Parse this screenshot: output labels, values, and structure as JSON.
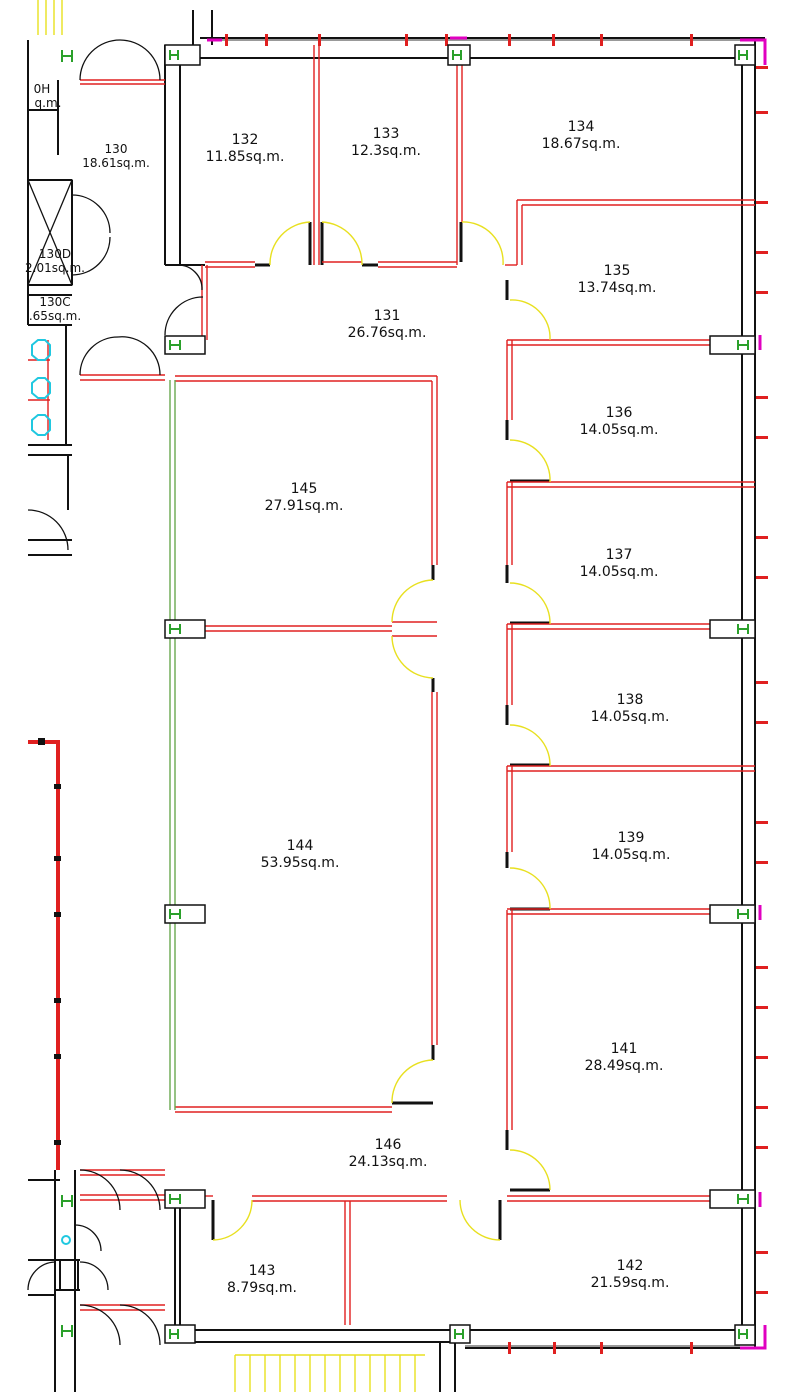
{
  "rooms": [
    {
      "id": "room-130",
      "number": "130",
      "area": "18.61sq.m."
    },
    {
      "id": "room-130h",
      "number": "0H",
      "area": "q.m."
    },
    {
      "id": "room-130d",
      "number": "130D",
      "area": "2.01sq.m."
    },
    {
      "id": "room-130c",
      "number": "130C",
      "area": ".65sq.m."
    },
    {
      "id": "room-131",
      "number": "131",
      "area": "26.76sq.m."
    },
    {
      "id": "room-132",
      "number": "132",
      "area": "11.85sq.m."
    },
    {
      "id": "room-133",
      "number": "133",
      "area": "12.3sq.m."
    },
    {
      "id": "room-134",
      "number": "134",
      "area": "18.67sq.m."
    },
    {
      "id": "room-135",
      "number": "135",
      "area": "13.74sq.m."
    },
    {
      "id": "room-136",
      "number": "136",
      "area": "14.05sq.m."
    },
    {
      "id": "room-137",
      "number": "137",
      "area": "14.05sq.m."
    },
    {
      "id": "room-138",
      "number": "138",
      "area": "14.05sq.m."
    },
    {
      "id": "room-139",
      "number": "139",
      "area": "14.05sq.m."
    },
    {
      "id": "room-141",
      "number": "141",
      "area": "28.49sq.m."
    },
    {
      "id": "room-142",
      "number": "142",
      "area": "21.59sq.m."
    },
    {
      "id": "room-143",
      "number": "143",
      "area": "8.79sq.m."
    },
    {
      "id": "room-144",
      "number": "144",
      "area": "53.95sq.m."
    },
    {
      "id": "room-145",
      "number": "145",
      "area": "27.91sq.m."
    },
    {
      "id": "room-146",
      "number": "146",
      "area": "24.13sq.m."
    }
  ],
  "colors": {
    "wall": "#111111",
    "partition": "#e02020",
    "glazing": "#6aa84f",
    "door_swing": "#e8e020",
    "column": "#2aa02a",
    "marker": "#e000c0",
    "fixture": "#20c8e0",
    "stair": "#e8e020"
  }
}
